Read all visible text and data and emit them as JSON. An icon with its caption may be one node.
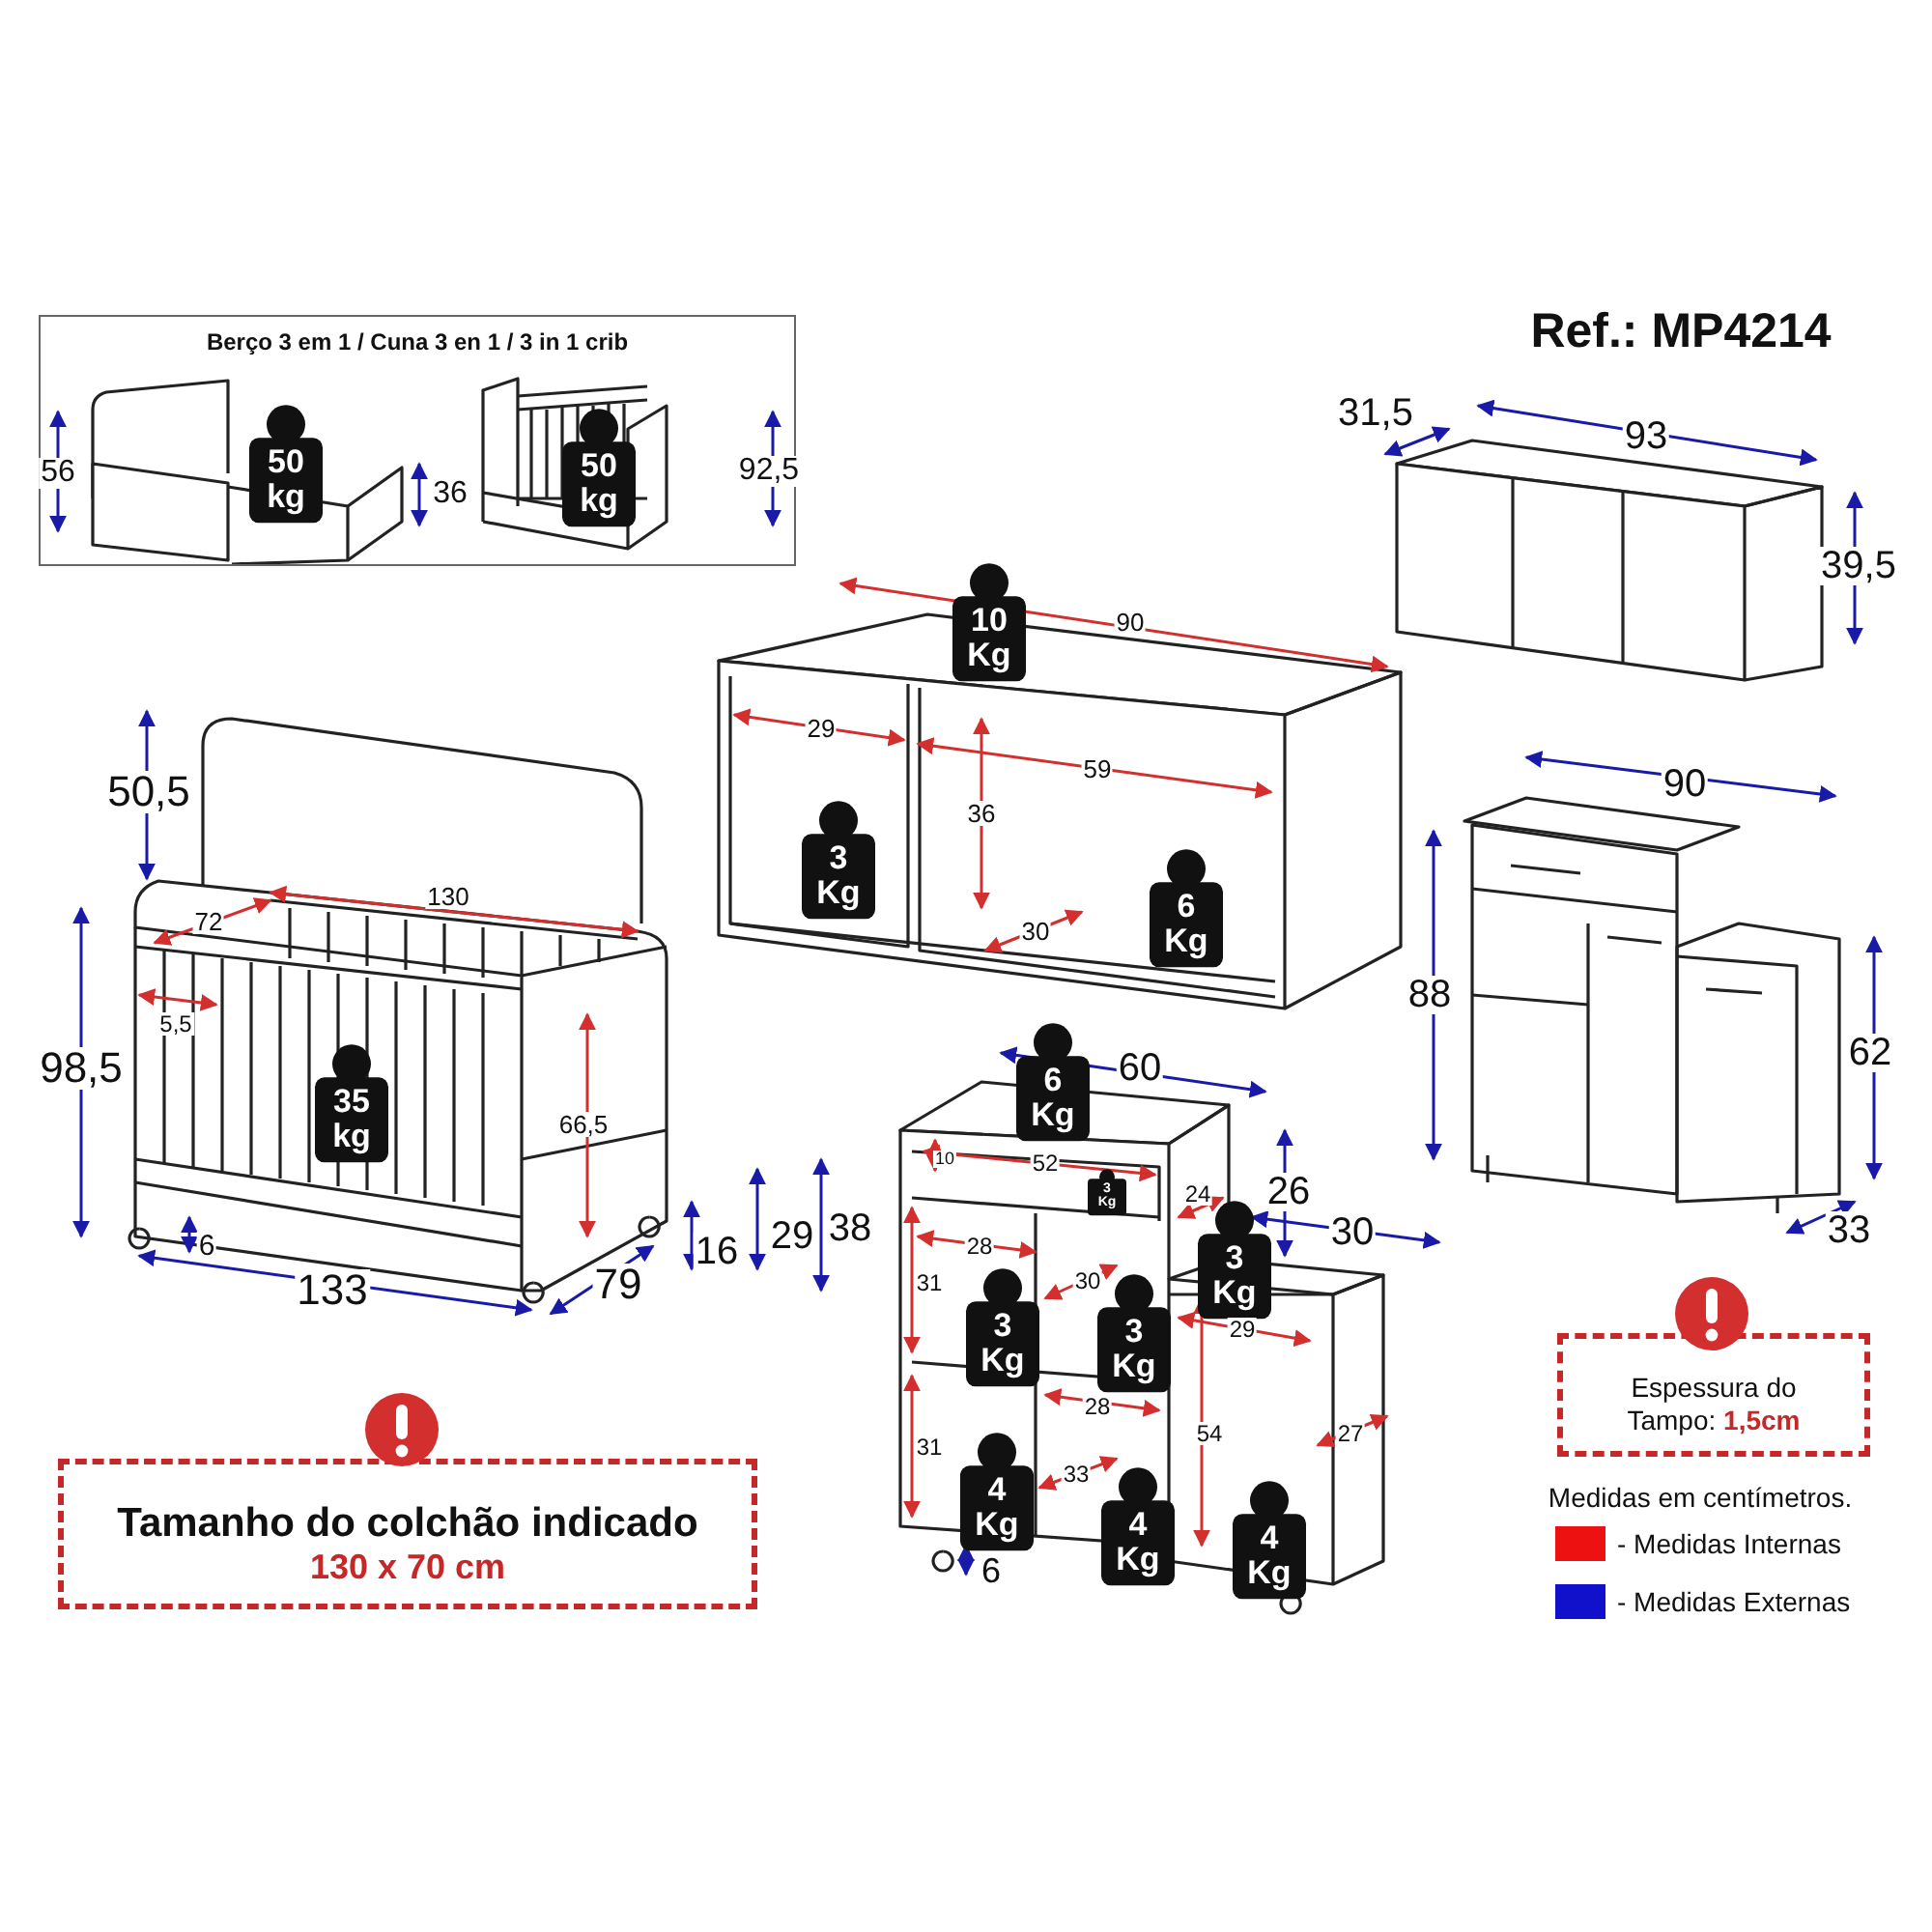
{
  "diagram": {
    "nodes": [
      {
        "text": [
          "Berço 3 em 1 / Cuna 3 en 1 / 3 in 1 crib"
        ]
      },
      {
        "text": [
          "Tamanho do colchão indicado",
          "130 x 70 cm"
        ]
      },
      {
        "text": [
          "Espessura do Tampo: **1,5cm**"
        ]
      }
    ],
    "labels": [
      "Ref.: MP4214",
      "56",
      "50 kg",
      "36",
      "50 kg",
      "92,5",
      "31,5",
      "93",
      "10 Kg",
      "90",
      "39,5",
      "50,5",
      "29",
      "59",
      "36",
      "3 Kg",
      "6 Kg",
      "30",
      "90",
      "72",
      "130",
      "88",
      "98,5",
      "5,5",
      "35 kg",
      "66,5",
      "62",
      "6 Kg",
      "60",
      "10",
      "52",
      "3 Kg",
      "24",
      "26",
      "3 Kg",
      "30",
      "6",
      "133",
      "79",
      "16",
      "29",
      "38",
      "33",
      "28",
      "31",
      "30",
      "3 Kg",
      "3 Kg",
      "29",
      "27",
      "28",
      "54",
      "31",
      "33",
      "4 Kg",
      "4 Kg",
      "4 Kg",
      "6",
      "Medidas em centímetros."
    ],
    "legend": [
      {
        "text": "- Medidas Internas",
        "color": "#ee1111"
      },
      {
        "text": "- Medidas Externas",
        "color": "#1111cc"
      }
    ]
  }
}
